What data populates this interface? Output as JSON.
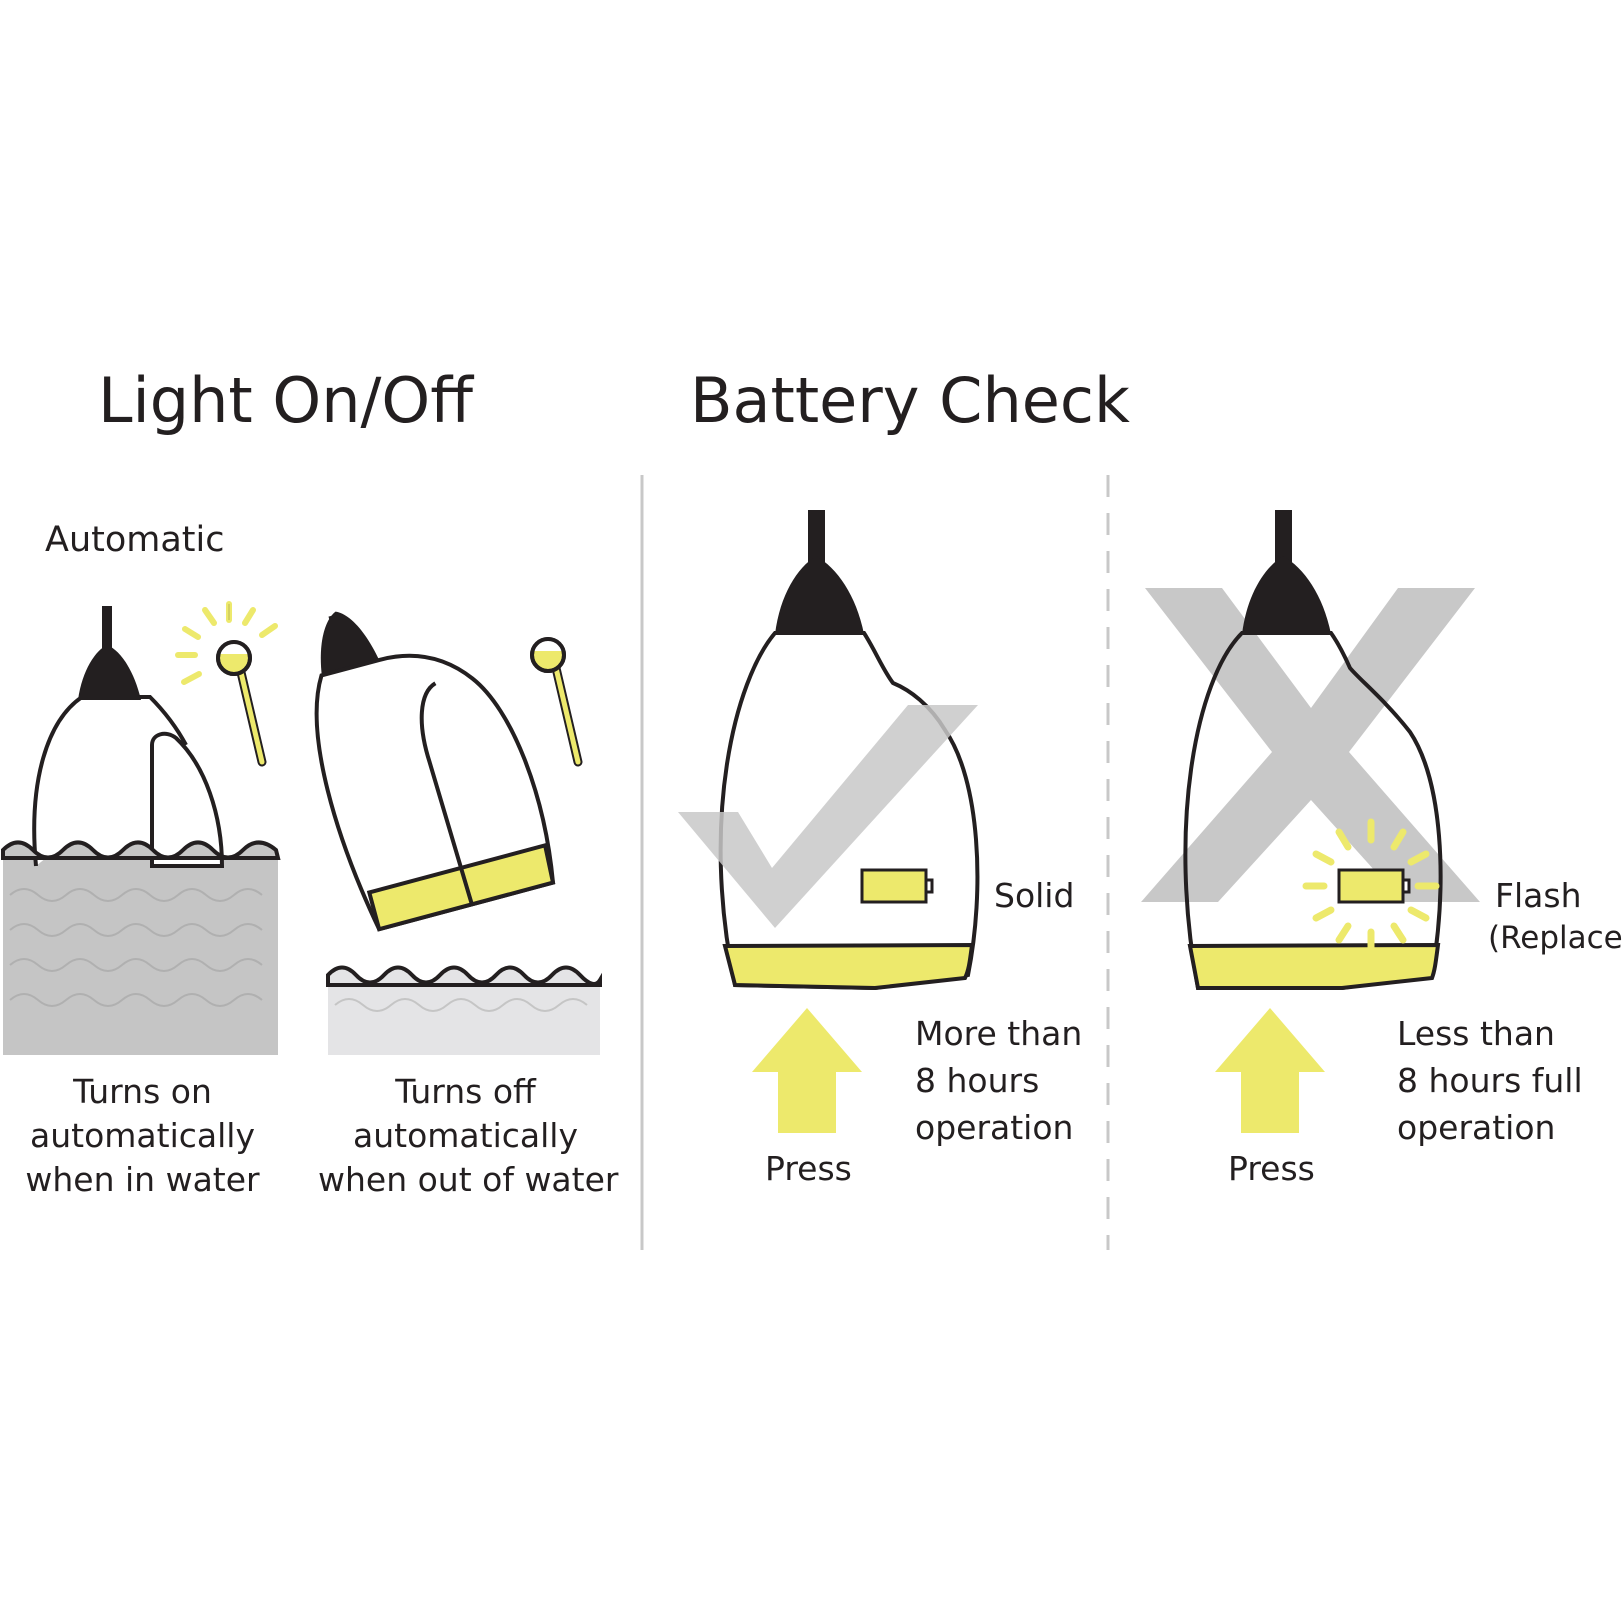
{
  "sections": {
    "light": {
      "title": "Light On/Off",
      "subtitle": "Automatic",
      "in_water": {
        "caption": [
          "Turns on",
          "automatically",
          "when in water"
        ]
      },
      "out_of_water": {
        "caption": [
          "Turns off",
          "automatically",
          "when out of water"
        ]
      }
    },
    "battery": {
      "title": "Battery Check",
      "good": {
        "indicator": "Solid",
        "action": "Press",
        "description": [
          "More than",
          "8 hours",
          "operation"
        ]
      },
      "low": {
        "indicator": "Flash",
        "indicator_note": "(Replace)",
        "action": "Press",
        "description": [
          "Less than",
          "8 hours full",
          "operation"
        ]
      }
    }
  },
  "colors": {
    "yellow": "#ede96c",
    "dark": "#231f20",
    "mark_gray": "#c8c8c8",
    "water_gray": "#c5c5c5",
    "water_light": "#e4e4e6",
    "divider": "#c8c8c8"
  },
  "icons": [
    "check-mark-icon",
    "x-mark-icon",
    "battery-icon",
    "up-arrow-icon",
    "flash-rays-icon",
    "light-bulb-icon"
  ]
}
